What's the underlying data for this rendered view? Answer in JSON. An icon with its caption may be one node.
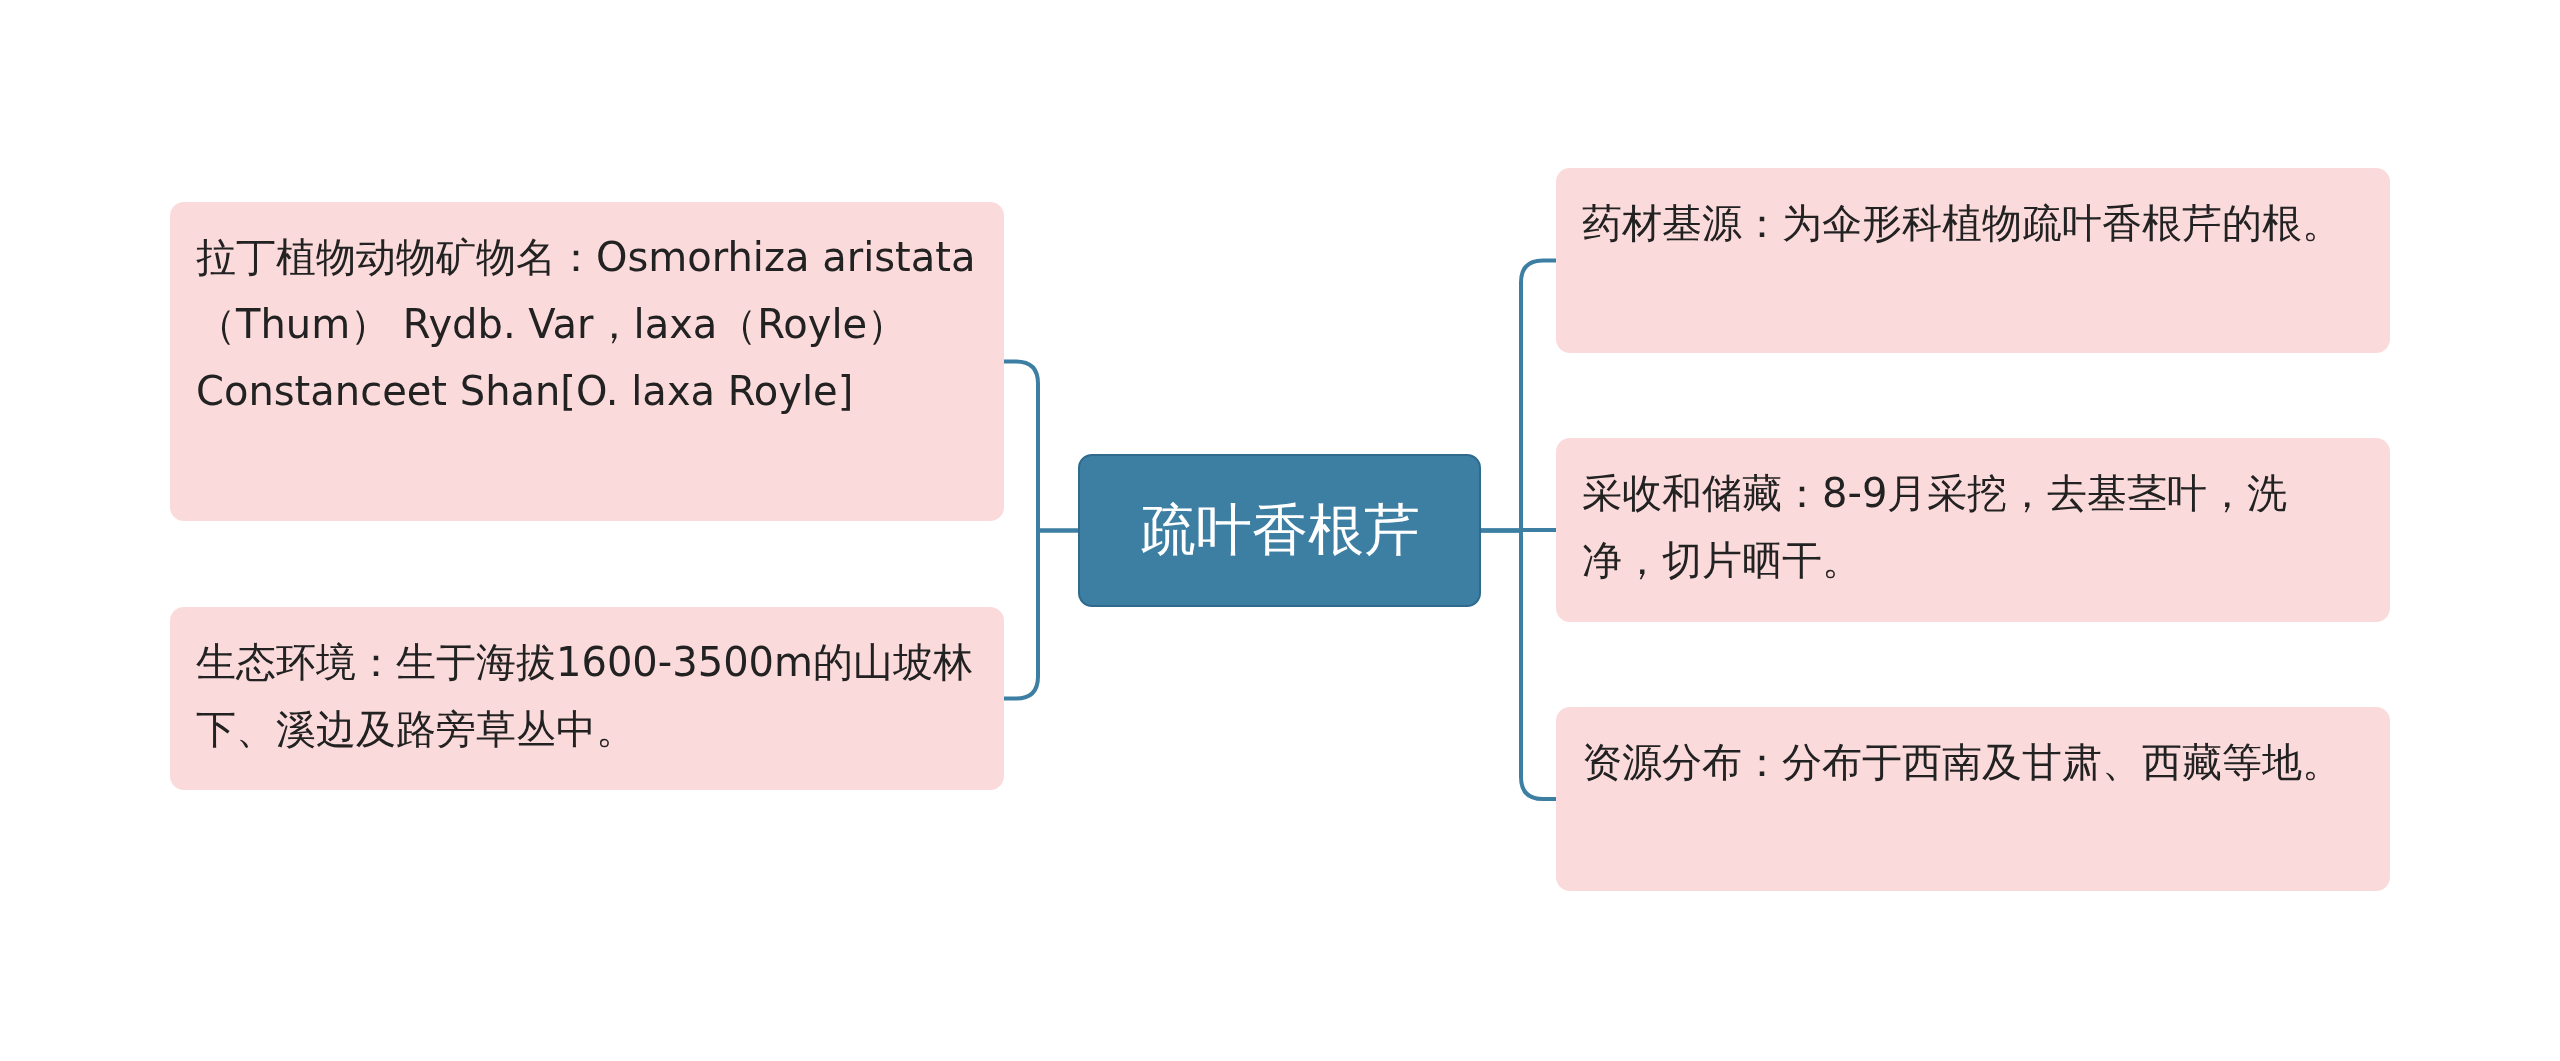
{
  "diagram": {
    "nodes": [
      {
        "text": [
          "疏叶香根芹"
        ]
      },
      {
        "text": [
          "拉丁植物动物矿物名：Osmorhiza aristata（Thum） Rydb. Var，laxa（Royle） Constanceet Shan[O. laxa Royle]"
        ]
      },
      {
        "text": [
          "生态环境：生于海拔1600-3500m的山坡林下、溪边及路旁草丛中。"
        ]
      },
      {
        "text": [
          "药材基源：为伞形科植物疏叶香根芹的根。"
        ]
      },
      {
        "text": [
          "采收和储藏：8-9月采挖，去基茎叶，洗净，切片晒干。"
        ]
      },
      {
        "text": [
          "资源分布：分布于西南及甘肃、西藏等地。"
        ]
      }
    ],
    "edges": [
      {
        "from": 0,
        "to": 1,
        "arrow": "none"
      },
      {
        "from": 0,
        "to": 2,
        "arrow": "none"
      },
      {
        "from": 0,
        "to": 3,
        "arrow": "none"
      },
      {
        "from": 0,
        "to": 4,
        "arrow": "none"
      },
      {
        "from": 0,
        "to": 5,
        "arrow": "none"
      }
    ]
  }
}
